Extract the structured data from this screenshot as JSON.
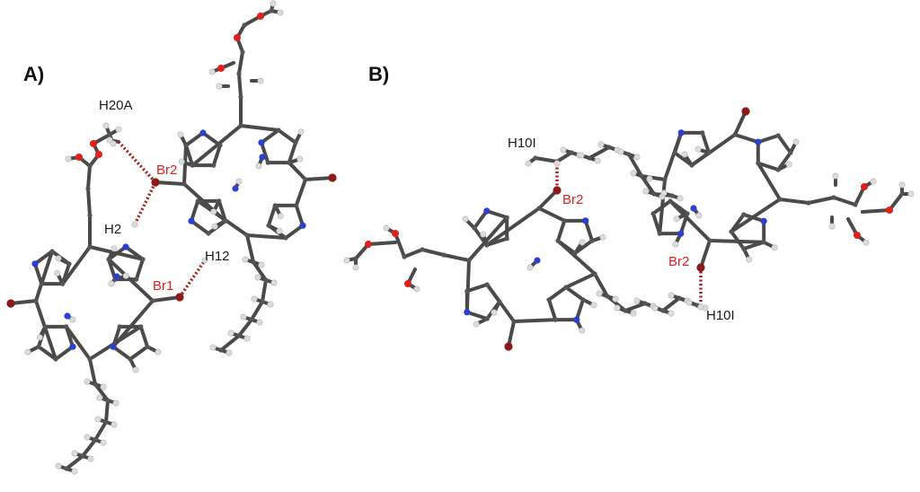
{
  "colors": {
    "bond": "#4a4a4a",
    "carbon": "#555555",
    "hydrogen": "#dcdcdc",
    "nitrogen": "#2b3fd6",
    "oxygen": "#e0201c",
    "bromine": "#8b1a1a",
    "contact": "#a32020"
  },
  "panel_a": {
    "label": "A)",
    "atoms": {
      "h20a": "H20A",
      "br2": "Br2",
      "h2": "H2",
      "h12": "H12",
      "br1": "Br1"
    }
  },
  "panel_b": {
    "label": "B)",
    "atoms": {
      "h10i_top": "H10I",
      "br2_top": "Br2",
      "br2_bottom": "Br2",
      "h10i_bottom": "H10I"
    }
  }
}
